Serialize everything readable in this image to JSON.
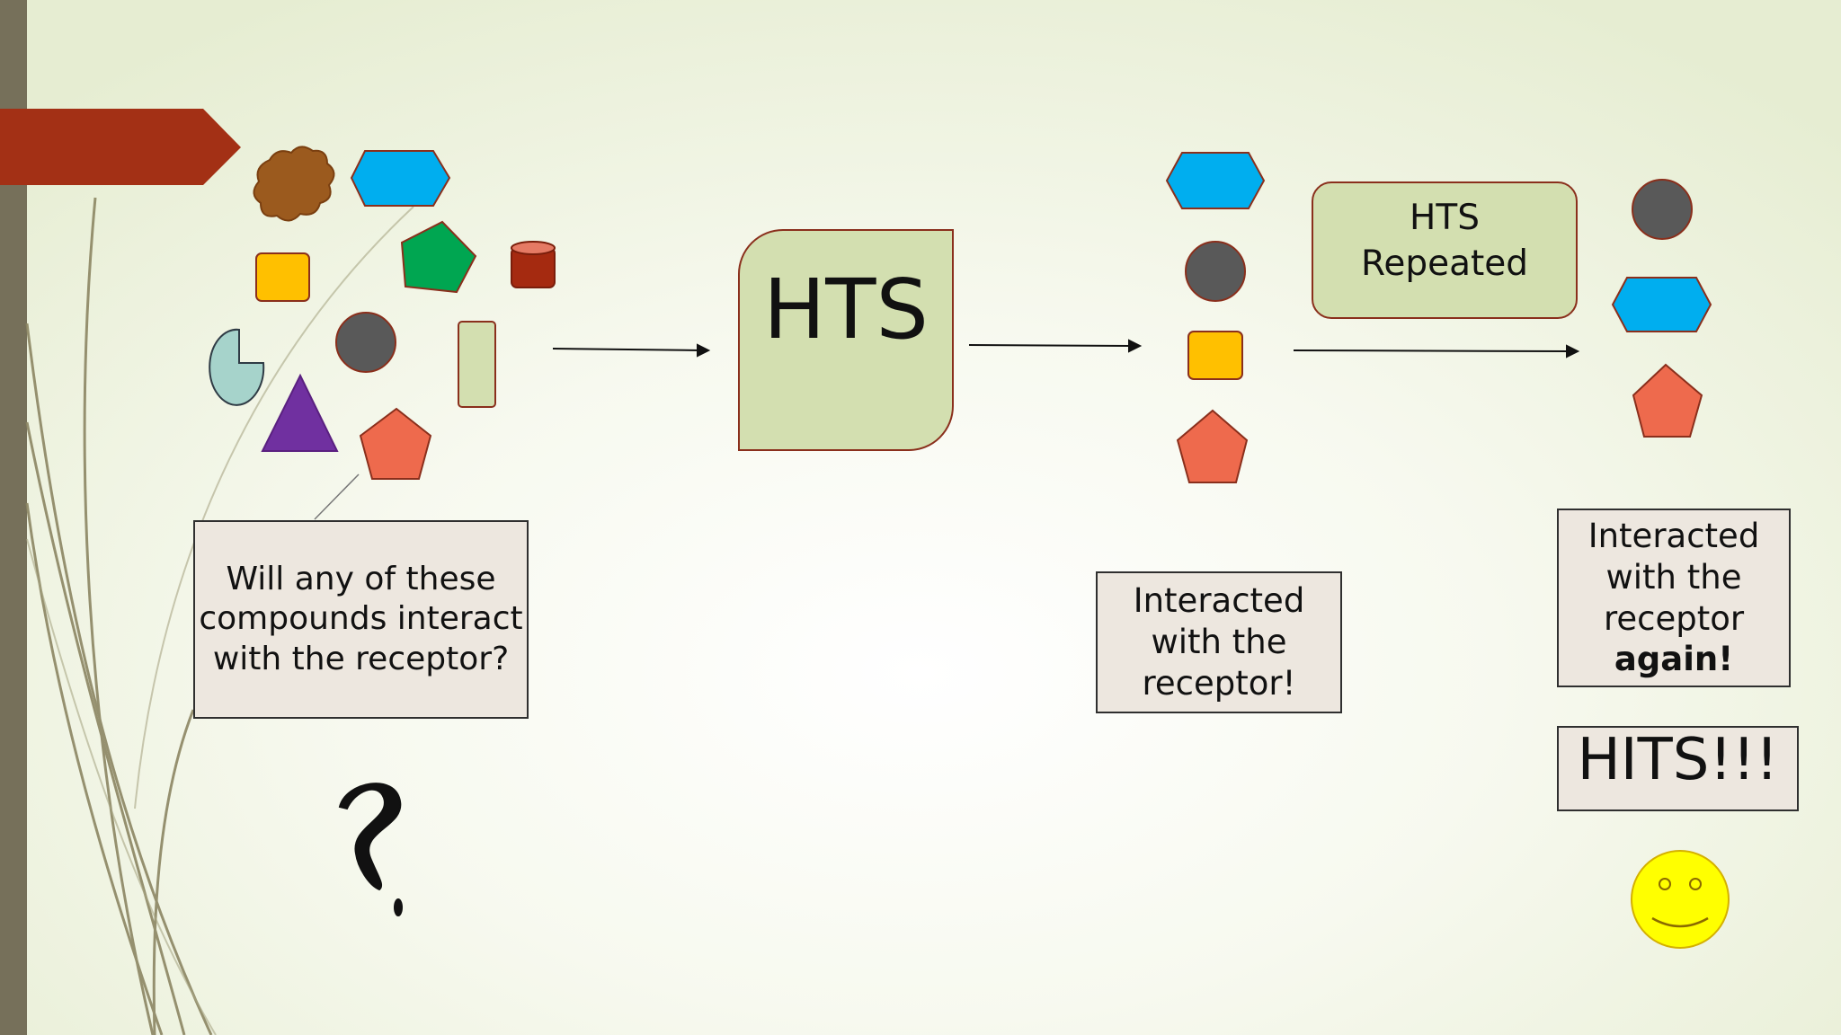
{
  "slide": {
    "question_box": {
      "lines": [
        "Will any of these",
        "compounds interact",
        "with the receptor?"
      ]
    },
    "hts_box": {
      "label": "HTS"
    },
    "hts_repeated_box": {
      "lines": [
        "HTS",
        "Repeated"
      ]
    },
    "interacted_box": {
      "lines": [
        "Interacted",
        "with the",
        "receptor!"
      ]
    },
    "interacted_again_box": {
      "lines": [
        "Interacted",
        "with the",
        "receptor"
      ],
      "emphasis": "again!"
    },
    "hits_box": {
      "label": "HITS!!!"
    }
  },
  "colors": {
    "accent_banner": "#a33015",
    "side_bar": "#76705a",
    "box_fill_green": "#d3dfb0",
    "box_border_red": "#8a2f1c",
    "note_fill": "#ede7df",
    "blue_shape": "#00aeef",
    "gray_shape": "#595959",
    "orange_shape": "#ee6a4d",
    "yellow_shape": "#ffc000",
    "green_shape": "#00a651",
    "purple_shape": "#7030a0",
    "smiley": "#ffff00"
  },
  "icons": [
    "question-mark-icon",
    "smiley-face-icon"
  ]
}
